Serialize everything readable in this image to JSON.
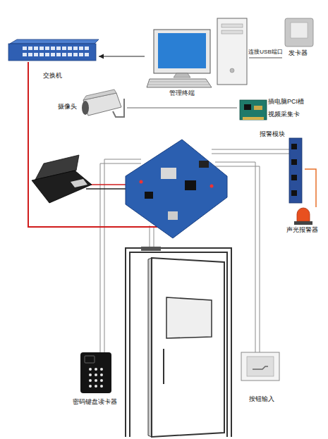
{
  "diagram": {
    "nodes": [
      {
        "text": [
          "交换机"
        ]
      },
      {
        "text": [
          "管理终端"
        ]
      },
      {
        "text": [
          "发卡器"
        ]
      },
      {
        "text": [
          "摄像头"
        ]
      },
      {
        "text": [
          "插电脑PCI槽",
          "视频采集卡"
        ]
      },
      {
        "text": [
          "报警模块"
        ]
      },
      {
        "text": [
          "声光报警器"
        ]
      },
      {
        "text": [
          "密码键盘读卡器"
        ]
      },
      {
        "text": [
          "按钮输入"
        ]
      }
    ],
    "edges": [
      {
        "from": 1,
        "to": 0,
        "arrow": "to"
      },
      {
        "from": 1,
        "to": 2,
        "arrow": "none",
        "label": "连接USB端口"
      },
      {
        "from": 3,
        "to": 4,
        "arrow": "none"
      },
      {
        "from": 5,
        "to": 6,
        "arrow": "none"
      }
    ]
  }
}
